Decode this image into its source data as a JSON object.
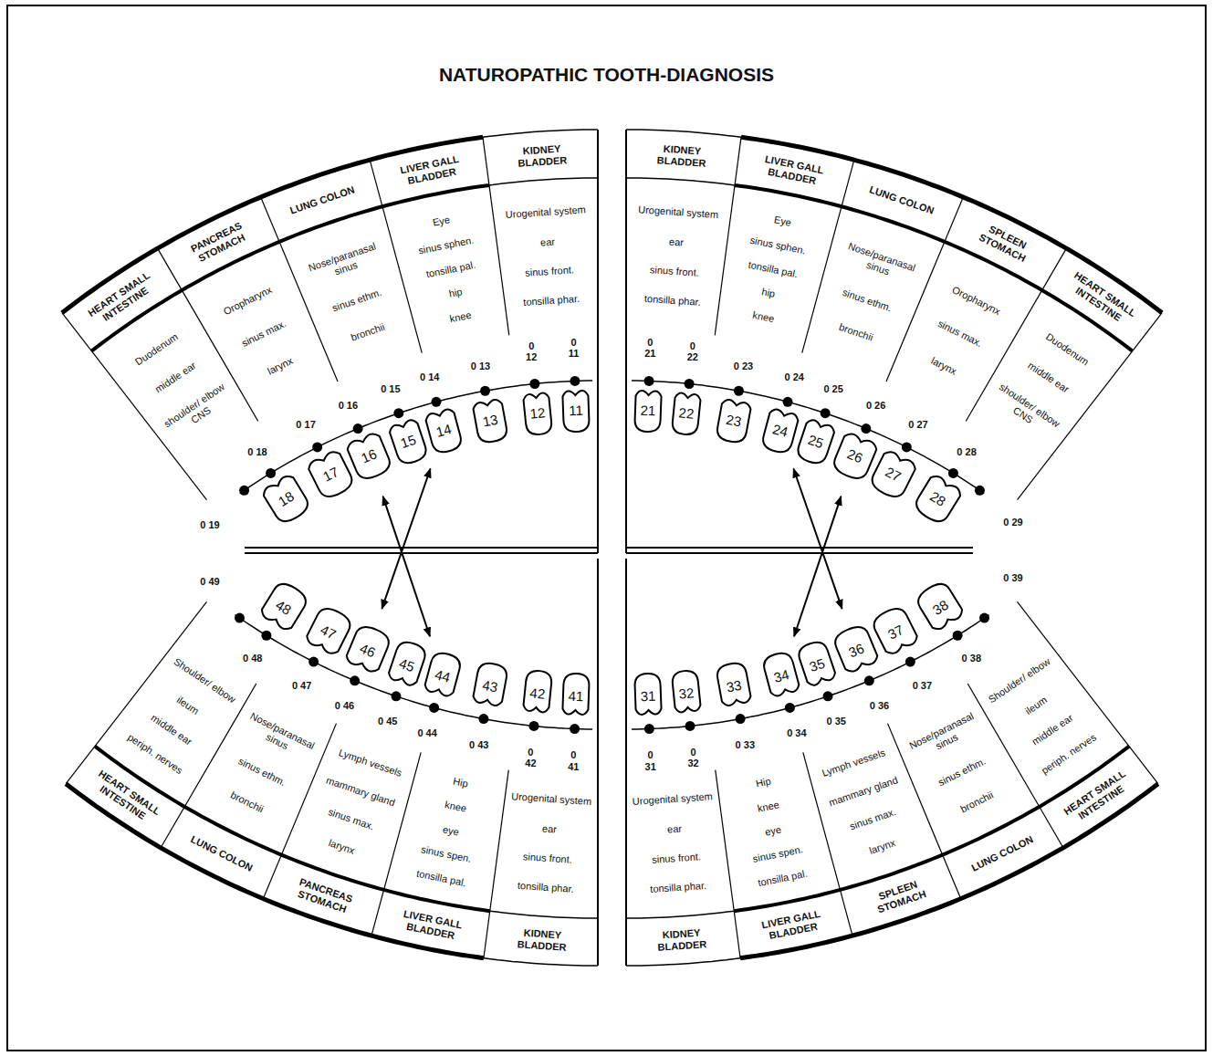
{
  "diagram": {
    "title": "NATUROPATHIC TOOTH-DIAGNOSIS",
    "nodes": [
      {
        "text": [
          "HEART SMALL INTESTINE"
        ]
      },
      {
        "text": [
          "Duodenum",
          "middle ear",
          "shoulder/ elbow CNS"
        ]
      },
      {
        "text": [
          "PANCREAS STOMACH"
        ]
      },
      {
        "text": [
          "Oropharynx",
          "sinus max.",
          "larynx"
        ]
      },
      {
        "text": [
          "LUNG COLON"
        ]
      },
      {
        "text": [
          "Nose/paranasal sinus",
          "sinus ethm.",
          "bronchii"
        ]
      },
      {
        "text": [
          "LIVER GALL BLADDER"
        ]
      },
      {
        "text": [
          "Eye",
          "sinus sphen.",
          "tonsilla pal.",
          "hip",
          "knee"
        ]
      },
      {
        "text": [
          "KIDNEY BLADDER"
        ]
      },
      {
        "text": [
          "Urogenital system",
          "ear",
          "sinus front.",
          "tonsilla phar."
        ]
      },
      {
        "text": [
          "KIDNEY BLADDER"
        ]
      },
      {
        "text": [
          "Urogenital system",
          "ear",
          "sinus front.",
          "tonsilla phar."
        ]
      },
      {
        "text": [
          "LIVER GALL BLADDER"
        ]
      },
      {
        "text": [
          "Eye",
          "sinus sphen.",
          "tonsilla pal.",
          "hip",
          "knee"
        ]
      },
      {
        "text": [
          "LUNG COLON"
        ]
      },
      {
        "text": [
          "Nose/paranasal sinus",
          "sinus ethm.",
          "bronchii"
        ]
      },
      {
        "text": [
          "SPLEEN STOMACH"
        ]
      },
      {
        "text": [
          "Oropharynx",
          "sinus max.",
          "larynx"
        ]
      },
      {
        "text": [
          "HEART SMALL INTESTINE"
        ]
      },
      {
        "text": [
          "Duodenum",
          "middle ear",
          "shoulder/ elbow CNS"
        ]
      },
      {
        "text": [
          "18"
        ]
      },
      {
        "text": [
          "17"
        ]
      },
      {
        "text": [
          "16"
        ]
      },
      {
        "text": [
          "15"
        ]
      },
      {
        "text": [
          "14"
        ]
      },
      {
        "text": [
          "13"
        ]
      },
      {
        "text": [
          "12"
        ]
      },
      {
        "text": [
          "11"
        ]
      },
      {
        "text": [
          "21"
        ]
      },
      {
        "text": [
          "22"
        ]
      },
      {
        "text": [
          "23"
        ]
      },
      {
        "text": [
          "24"
        ]
      },
      {
        "text": [
          "25"
        ]
      },
      {
        "text": [
          "26"
        ]
      },
      {
        "text": [
          "27"
        ]
      },
      {
        "text": [
          "28"
        ]
      },
      {
        "text": [
          "HEART SMALL INTESTINE"
        ]
      },
      {
        "text": [
          "Shoulder/ elbow",
          "ileum",
          "middle ear",
          "periph. nerves"
        ]
      },
      {
        "text": [
          "LUNG COLON"
        ]
      },
      {
        "text": [
          "Nose/paranasal sinus",
          "sinus ethm.",
          "bronchii"
        ]
      },
      {
        "text": [
          "PANCREAS STOMACH"
        ]
      },
      {
        "text": [
          "Lymph vessels",
          "mammary gland",
          "sinus max.",
          "larynx"
        ]
      },
      {
        "text": [
          "LIVER GALL BLADDER"
        ]
      },
      {
        "text": [
          "Hip",
          "knee",
          "eye",
          "sinus spen.",
          "tonsilla pal."
        ]
      },
      {
        "text": [
          "KIDNEY BLADDER"
        ]
      },
      {
        "text": [
          "Urogenital system",
          "ear",
          "sinus front.",
          "tonsilla phar."
        ]
      },
      {
        "text": [
          "KIDNEY BLADDER"
        ]
      },
      {
        "text": [
          "Urogenital system",
          "ear",
          "sinus front.",
          "tonsilla phar."
        ]
      },
      {
        "text": [
          "LIVER GALL BLADDER"
        ]
      },
      {
        "text": [
          "Hip",
          "knee",
          "eye",
          "sinus spen.",
          "tonsilla pal."
        ]
      },
      {
        "text": [
          "SPLEEN STOMACH"
        ]
      },
      {
        "text": [
          "Lymph vessels",
          "mammary gland",
          "sinus max.",
          "larynx"
        ]
      },
      {
        "text": [
          "LUNG COLON"
        ]
      },
      {
        "text": [
          "Nose/paranasal sinus",
          "sinus ethm.",
          "bronchii"
        ]
      },
      {
        "text": [
          "HEART SMALL INTESTINE"
        ]
      },
      {
        "text": [
          "Shoulder/ elbow",
          "ileum",
          "middle ear",
          "periph. nerves"
        ]
      },
      {
        "text": [
          "48"
        ]
      },
      {
        "text": [
          "47"
        ]
      },
      {
        "text": [
          "46"
        ]
      },
      {
        "text": [
          "45"
        ]
      },
      {
        "text": [
          "44"
        ]
      },
      {
        "text": [
          "43"
        ]
      },
      {
        "text": [
          "42"
        ]
      },
      {
        "text": [
          "41"
        ]
      },
      {
        "text": [
          "31"
        ]
      },
      {
        "text": [
          "32"
        ]
      },
      {
        "text": [
          "33"
        ]
      },
      {
        "text": [
          "34"
        ]
      },
      {
        "text": [
          "35"
        ]
      },
      {
        "text": [
          "36"
        ]
      },
      {
        "text": [
          "37"
        ]
      },
      {
        "text": [
          "38"
        ]
      }
    ],
    "edges": [
      {
        "from": 22,
        "to": 60,
        "arrow": "both"
      },
      {
        "from": 24,
        "to": 58,
        "arrow": "both"
      },
      {
        "from": 31,
        "to": 69,
        "arrow": "both"
      },
      {
        "from": 33,
        "to": 67,
        "arrow": "both"
      }
    ],
    "labels": [
      "0 19",
      "0 18",
      "0 17",
      "0 16",
      "0 15",
      "0 14",
      "0 13",
      "0 12",
      "0 11",
      "0 21",
      "0 22",
      "0 23",
      "0 24",
      "0 25",
      "0 26",
      "0 27",
      "0 28",
      "0 29",
      "0 49",
      "0 48",
      "0 47",
      "0 46",
      "0 45",
      "0 44",
      "0 43",
      "0 42",
      "0 41",
      "0 31",
      "0 32",
      "0 33",
      "0 34",
      "0 35",
      "0 36",
      "0 37",
      "0 38",
      "0 39"
    ]
  }
}
